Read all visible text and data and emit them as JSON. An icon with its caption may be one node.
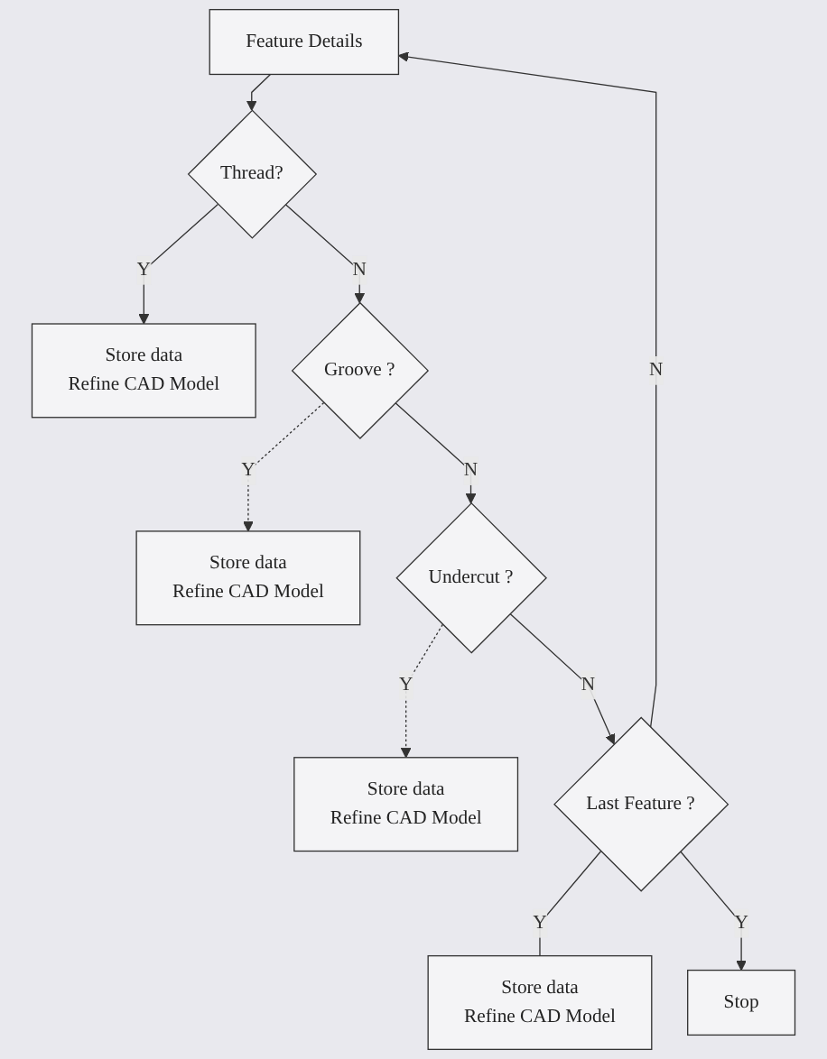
{
  "diagram": {
    "nodes": [
      {
        "text": [
          "Feature Details"
        ]
      },
      {
        "text": [
          "Thread?"
        ]
      },
      {
        "text": [
          "Store data",
          "Refine CAD Model"
        ]
      },
      {
        "text": [
          "Groove ?"
        ]
      },
      {
        "text": [
          "Store data",
          "Refine CAD Model"
        ]
      },
      {
        "text": [
          "Undercut ?"
        ]
      },
      {
        "text": [
          "Store data",
          "Refine CAD Model"
        ]
      },
      {
        "text": [
          "Last Feature ?"
        ]
      },
      {
        "text": [
          "Store data",
          "Refine CAD Model"
        ]
      },
      {
        "text": [
          "Stop"
        ]
      }
    ],
    "edges": [
      {
        "from": 0,
        "to": 1,
        "arrow": "to"
      },
      {
        "from": 1,
        "to": 2,
        "arrow": "to",
        "label": "Y"
      },
      {
        "from": 1,
        "to": 3,
        "arrow": "to",
        "label": "N"
      },
      {
        "from": 3,
        "to": 4,
        "arrow": "to",
        "label": "Y",
        "style": "dashed"
      },
      {
        "from": 3,
        "to": 5,
        "arrow": "to",
        "label": "N"
      },
      {
        "from": 5,
        "to": 6,
        "arrow": "to",
        "label": "Y",
        "style": "dashed"
      },
      {
        "from": 5,
        "to": 7,
        "arrow": "to",
        "label": "N"
      },
      {
        "from": 7,
        "to": 8,
        "arrow": "none",
        "label": "Y"
      },
      {
        "from": 7,
        "to": 0,
        "arrow": "to",
        "label": "N"
      },
      {
        "from": 7,
        "to": 9,
        "arrow": "to",
        "label": "Y"
      }
    ]
  }
}
